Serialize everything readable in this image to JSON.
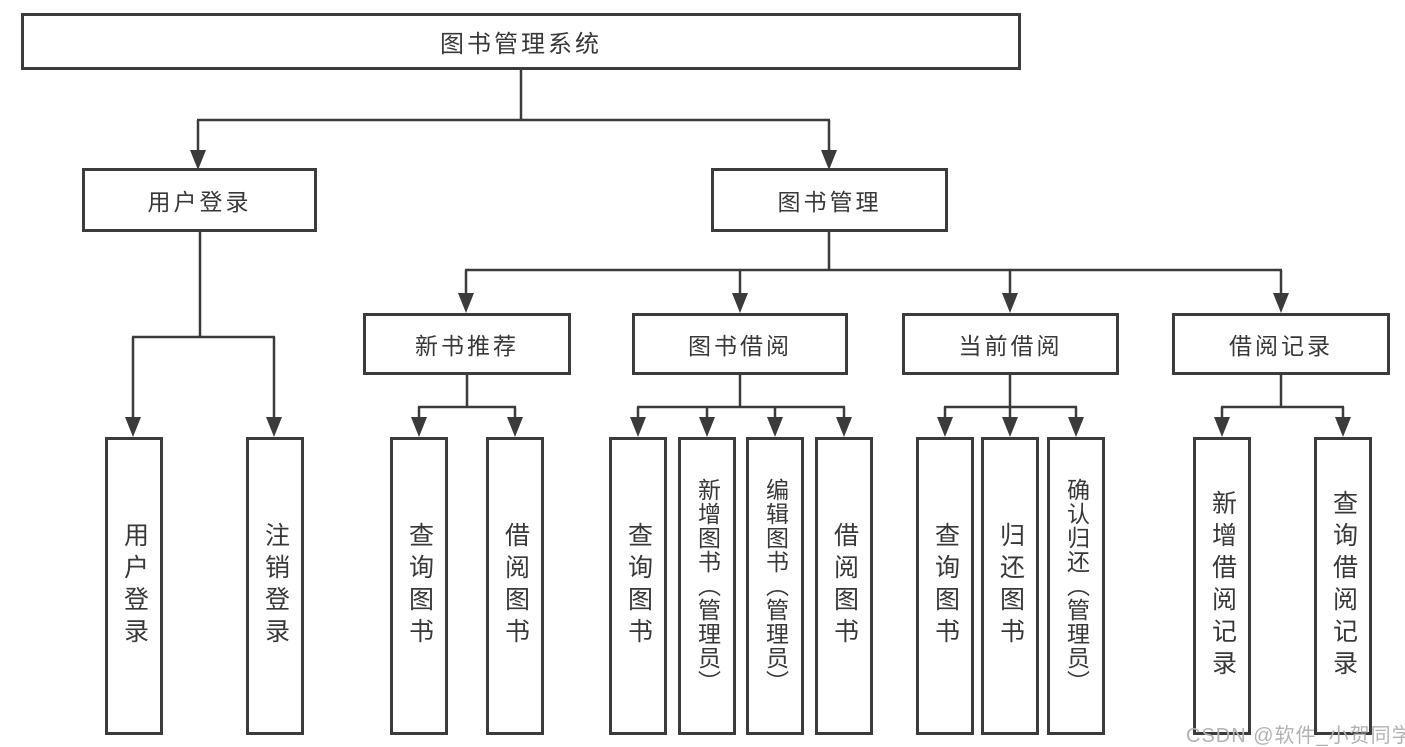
{
  "colors": {
    "line": "#3b3b3b",
    "box_border": "#3b3b3b",
    "text": "#383838",
    "background": "#ffffff",
    "watermark": "#b2b2b2"
  },
  "watermark": {
    "text": "CSDN @软件_小贺同学"
  },
  "nodes": {
    "root": {
      "label": "图书管理系统"
    },
    "level2": [
      {
        "id": "user-login",
        "label": "用户登录"
      },
      {
        "id": "book-management",
        "label": "图书管理"
      }
    ],
    "level3": [
      {
        "id": "new-book-recommend",
        "label": "新书推荐",
        "parent": "图书管理"
      },
      {
        "id": "book-borrow",
        "label": "图书借阅",
        "parent": "图书管理"
      },
      {
        "id": "current-borrow",
        "label": "当前借阅",
        "parent": "图书管理"
      },
      {
        "id": "borrow-records",
        "label": "借阅记录",
        "parent": "图书管理"
      }
    ],
    "leaves": [
      {
        "id": "leaf-user-login",
        "label": "用户登录",
        "parent": "用户登录"
      },
      {
        "id": "leaf-logout",
        "label": "注销登录",
        "parent": "用户登录"
      },
      {
        "id": "leaf-query-books-recommend",
        "label": "查询图书",
        "parent": "新书推荐"
      },
      {
        "id": "leaf-borrow-books-recommend",
        "label": "借阅图书",
        "parent": "新书推荐"
      },
      {
        "id": "leaf-query-books-borrow",
        "label": "查询图书",
        "parent": "图书借阅"
      },
      {
        "id": "leaf-add-books-admin",
        "label": "新增图书（管理员）",
        "parent": "图书借阅"
      },
      {
        "id": "leaf-edit-books-admin",
        "label": "编辑图书（管理员）",
        "parent": "图书借阅"
      },
      {
        "id": "leaf-borrow-books",
        "label": "借阅图书",
        "parent": "图书借阅"
      },
      {
        "id": "leaf-query-books-current",
        "label": "查询图书",
        "parent": "当前借阅"
      },
      {
        "id": "leaf-return-books",
        "label": "归还图书",
        "parent": "当前借阅"
      },
      {
        "id": "leaf-confirm-return-admin",
        "label": "确认归还（管理员）",
        "parent": "当前借阅"
      },
      {
        "id": "leaf-add-borrow-record",
        "label": "新增借阅记录",
        "parent": "借阅记录"
      },
      {
        "id": "leaf-query-borrow-record",
        "label": "查询借阅记录",
        "parent": "借阅记录"
      }
    ]
  }
}
